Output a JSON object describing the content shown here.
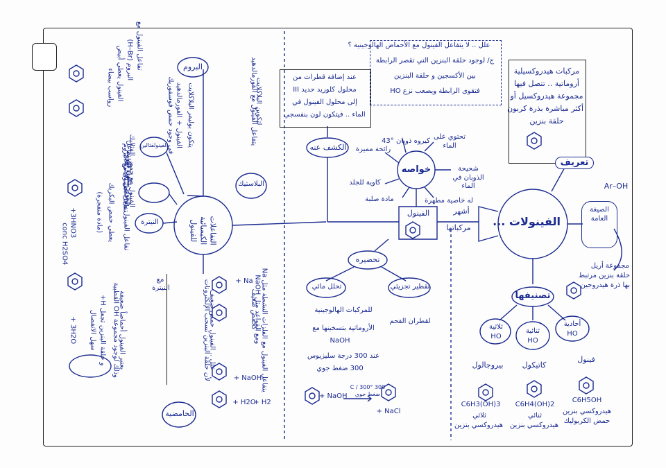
{
  "center": {
    "title": "الفينولات ..."
  },
  "definition": {
    "tag": "تعريف",
    "text": [
      "مركبات هيدروكسيلية",
      "أروماتية .. تتصل فيها",
      "مجموعة هيدروكسيل أو",
      "أكثر مباشرة بذرة كربون",
      "حلقة بنزين"
    ]
  },
  "general_formula": {
    "label": "الصيغة العامة",
    "formula": "Ar–OH",
    "note": [
      "مجموعة أريل",
      "حلقة بنزين مرتبط",
      "بها ذرة هيدروجين"
    ]
  },
  "classification": {
    "tag": "تصنيفها",
    "types": [
      {
        "label": "أحادية",
        "oh": "HO",
        "name": "فينول",
        "formula": "C6H5OH",
        "note": [
          "هيدروكسي بنزين",
          "حمض الكربوليك"
        ]
      },
      {
        "label": "ثنائية",
        "oh": "HO",
        "name": "كاتيكول",
        "formula": "C6H4(OH)2",
        "note": [
          "ثنائي",
          "هيدروكسي بنزين"
        ]
      },
      {
        "label": "ثلاثية",
        "oh": "HO",
        "name": "بيروجالول",
        "formula": "C6H3(OH)3",
        "note": [
          "ثلاثي",
          "هيدروكسي بنزين"
        ]
      }
    ]
  },
  "phenol": {
    "label": "الفينول",
    "famous": "أشهر",
    "compounds": "مركباتها"
  },
  "properties": {
    "tag": "خواصه",
    "items": [
      "كيروه ذوبان °43",
      "تحتوي على الماء",
      "شحيحة الذوبان في الماء",
      "كاوية للجلد",
      "مادة صلبة",
      "له خاصية مطهرة",
      "رائحة مميزة"
    ]
  },
  "detection": {
    "tag": "الكشف عنه",
    "text": [
      "عند إضافة قطرات من",
      "محلول كلوريد حديد III",
      "إلى محلول الفينول في",
      "الماء .. فيتكون لون بنفسجي"
    ]
  },
  "question": {
    "text": [
      "علل .. لا يتفاعل الفينول مع الأحماض الهالوجينية ؟",
      "ج/ لوجود حلقة البنزين التي تقصر الرابطة",
      "بين الأكسجين و حلقة البنزين",
      "فتقوى الرابطة ويصعب نزع HO"
    ]
  },
  "preparation": {
    "tag": "تحضيره",
    "methods": [
      {
        "label": "تقطير تجزيئي",
        "detail": [
          "لقطران الفحم"
        ]
      },
      {
        "label": "تحلل مائي",
        "detail": [
          "للمركبات الهالوجينية",
          "الأروماتية بتسخينها مع",
          "NaOH",
          "عند 300 درجة سليزيوس",
          "300 ضغط جوي"
        ]
      }
    ],
    "equation": {
      "reactant": "+ NaOH",
      "condition": "300 °C / 300 ضغط جوي",
      "product": "+ NaCl"
    }
  },
  "reactions": {
    "title": "التفاعلات الكيميائية للفينول",
    "bromine": {
      "tag": "البروم",
      "text": [
        "تفاعل الفينول مع",
        "البروم (H–Br)",
        "الفينول يعطي أبيض",
        "رواسب بيضاء"
      ]
    },
    "nitration": {
      "tag": "النيترة",
      "text": [
        "تفاعل الفينول مع حمض النيتريك",
        "يعطي حمض البكريك",
        "(مادة متفجرة)"
      ],
      "eq1": "+3HNO3",
      "cond": "conc H2SO4",
      "eq2": "+ 3H2O"
    },
    "acidity": {
      "tag": "الحامضية",
      "text": [
        "يتفاعل الفينول مع الفلزات النشطة مثل Na",
        "ومع القواعد مثل NaOH",
        "كحمض ضعيف"
      ],
      "eq1": "+ Na",
      "eq2": "+ NaOH",
      "p1": "+ H2",
      "p2": "+ H2O"
    },
    "sodium_note": [
      "علل .. الفينول حمض ضعيف",
      "لأن حلقة البنزين تسحب الإلكترونات"
    ],
    "acid_reason": [
      "يعتبر الفينول أحماضاً ضعيفة",
      "وذلك لوجود مجموعة OH القطبية",
      "و حلقة البنزين تجعل H+",
      "سهل الانفصال"
    ],
    "plastic": {
      "tag": "البلاستيك",
      "text": [
        "يتفاعل الفينول مع الفورمالدهيد",
        "لتكوين البلاكلايت"
      ]
    },
    "pthalein": {
      "tag": "الفينولفثالين",
      "text": [
        "يتكون من تفاعل",
        "الفينول مع حمض الفثاليك"
      ]
    },
    "nitric_note": [
      "مع",
      "النيترة"
    ]
  },
  "left_panel": {
    "top_text": [
      "في وجود حمض فوسفوريك",
      "الفينول + الفورمالدهيد",
      "يتكون بوليمر البلاكلايت"
    ],
    "mid_text": [
      "تفاعل الفينول مع البروم",
      "فينول + ماء البروم"
    ]
  }
}
